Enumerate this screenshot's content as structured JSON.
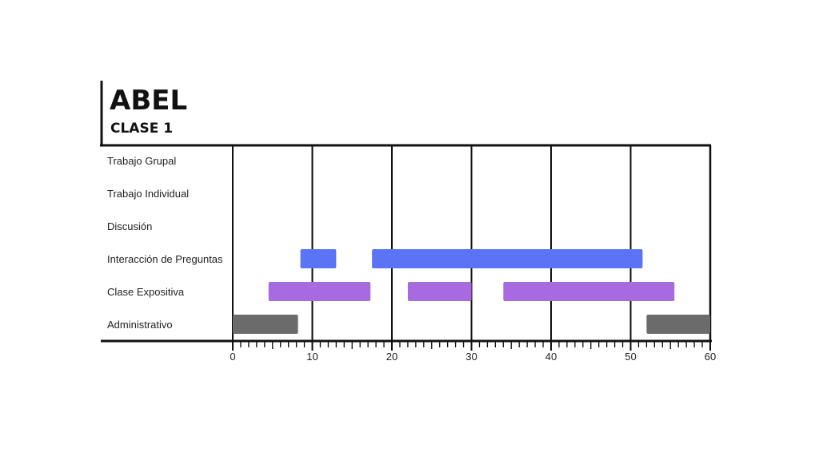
{
  "header": {
    "title": "ABEL",
    "subtitle": "CLASE 1"
  },
  "chart_data": {
    "type": "bar",
    "orientation": "horizontal",
    "categories": [
      "Trabajo Grupal",
      "Trabajo Individual",
      "Discusión",
      "Interacción de Preguntas",
      "Clase Expositiva",
      "Administrativo"
    ],
    "xlim": [
      0,
      60
    ],
    "major_ticks": [
      0,
      10,
      20,
      30,
      40,
      50,
      60
    ],
    "minor_tick_step": 1,
    "grid": "vertical lines at major ticks",
    "colors": {
      "Interacción de Preguntas": "#5b74f6",
      "Clase Expositiva": "#a86ae0",
      "Administrativo": "#6b6b6b"
    },
    "series": [
      {
        "category": "Trabajo Grupal",
        "segments": []
      },
      {
        "category": "Trabajo Individual",
        "segments": []
      },
      {
        "category": "Discusión",
        "segments": []
      },
      {
        "category": "Interacción de Preguntas",
        "segments": [
          [
            8.5,
            13
          ],
          [
            17.5,
            51.5
          ]
        ]
      },
      {
        "category": "Clase Expositiva",
        "segments": [
          [
            4.5,
            17.3
          ],
          [
            22,
            30
          ],
          [
            34,
            55.5
          ]
        ]
      },
      {
        "category": "Administrativo",
        "segments": [
          [
            0,
            8.2
          ],
          [
            52,
            60
          ]
        ]
      }
    ]
  }
}
